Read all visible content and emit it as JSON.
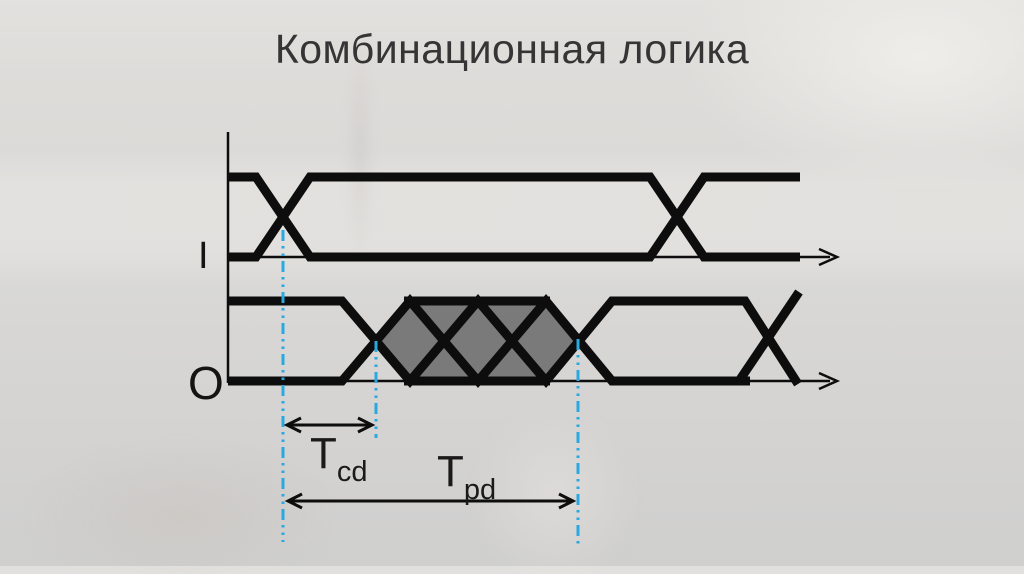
{
  "slide": {
    "title": "Комбинационная логика"
  },
  "diagram": {
    "input_label": "I",
    "output_label": "O",
    "tcd": {
      "base": "T",
      "sub": "cd"
    },
    "tpd": {
      "base": "T",
      "sub": "pd"
    },
    "colors": {
      "waveform_black": "#0d0d0d",
      "uncertainty_fill": "#7a7a7a",
      "marker_blue": "#2aa8e0",
      "background_gray": "#d9d8d5",
      "title_text": "#353535"
    }
  }
}
